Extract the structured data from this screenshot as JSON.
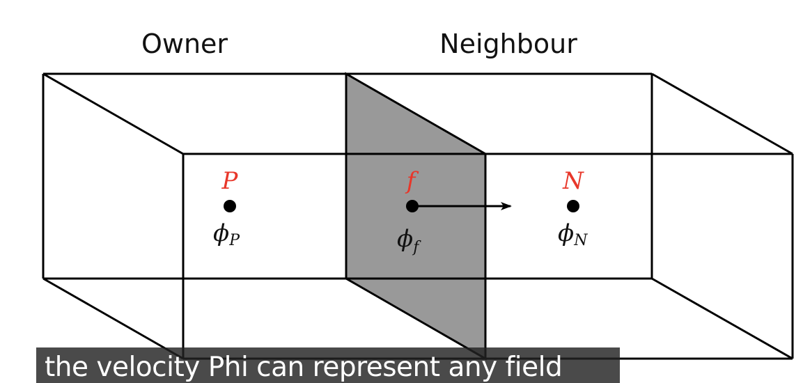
{
  "headings": {
    "owner": "Owner",
    "neighbour": "Neighbour"
  },
  "points": {
    "owner": {
      "label": "P",
      "phi": "ϕ",
      "sub": "P"
    },
    "face": {
      "label": "f",
      "phi": "ϕ",
      "sub": "f"
    },
    "neighbour": {
      "label": "N",
      "phi": "ϕ",
      "sub": "N"
    }
  },
  "colors": {
    "label": "#e8372a",
    "line": "#000000",
    "face_fill": "#999999",
    "caption_bg": "#222222",
    "caption_text": "#ffffff"
  },
  "caption": {
    "text": "the velocity Phi can represent any field"
  }
}
